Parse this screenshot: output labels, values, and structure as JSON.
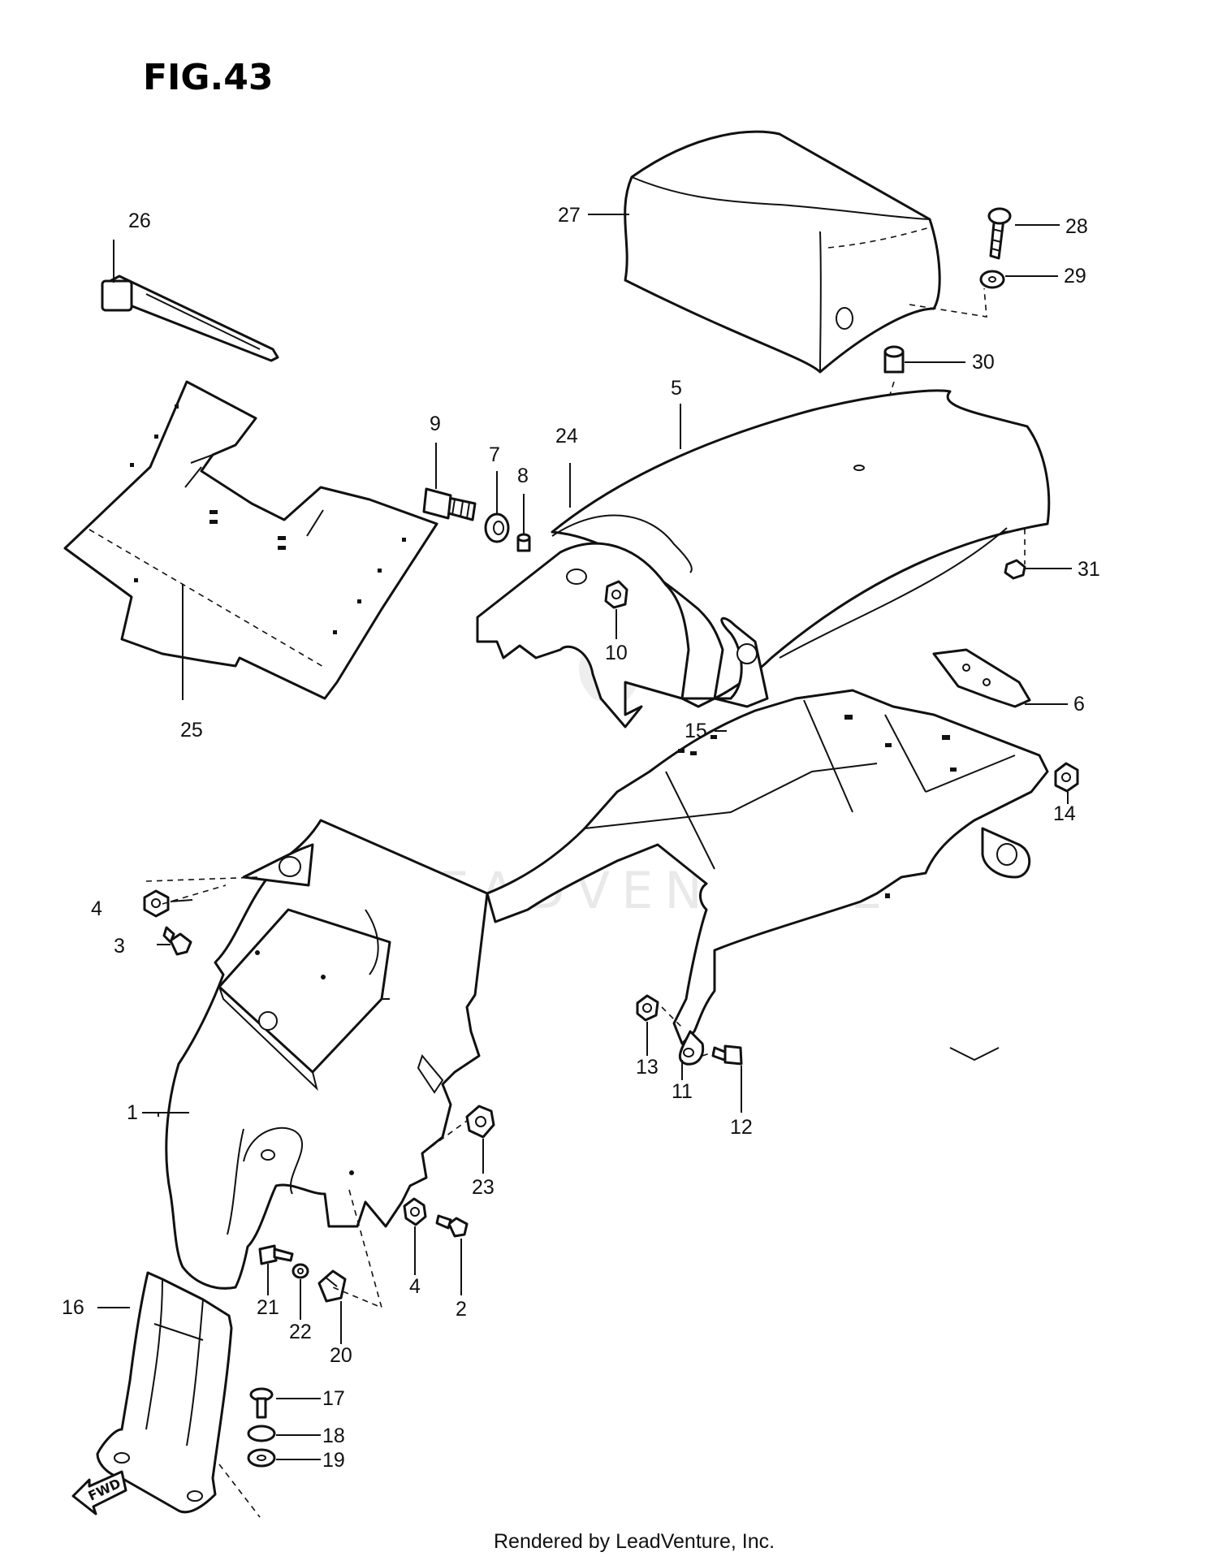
{
  "figure": {
    "title": "FIG.43"
  },
  "watermark": "LEADVENTURE",
  "footer": "Rendered by LeadVenture, Inc.",
  "direction_arrow": "FWD",
  "callouts": {
    "c1": "1",
    "c2": "2",
    "c3": "3",
    "c4a": "4",
    "c4b": "4",
    "c5": "5",
    "c6": "6",
    "c7": "7",
    "c8": "8",
    "c9": "9",
    "c10": "10",
    "c11": "11",
    "c12": "12",
    "c13": "13",
    "c14": "14",
    "c15": "15",
    "c16": "16",
    "c17": "17",
    "c18": "18",
    "c19": "19",
    "c20": "20",
    "c21": "21",
    "c22": "22",
    "c23": "23",
    "c24": "24",
    "c25": "25",
    "c26": "26",
    "c27": "27",
    "c28": "28",
    "c29": "29",
    "c30": "30",
    "c31": "31"
  }
}
